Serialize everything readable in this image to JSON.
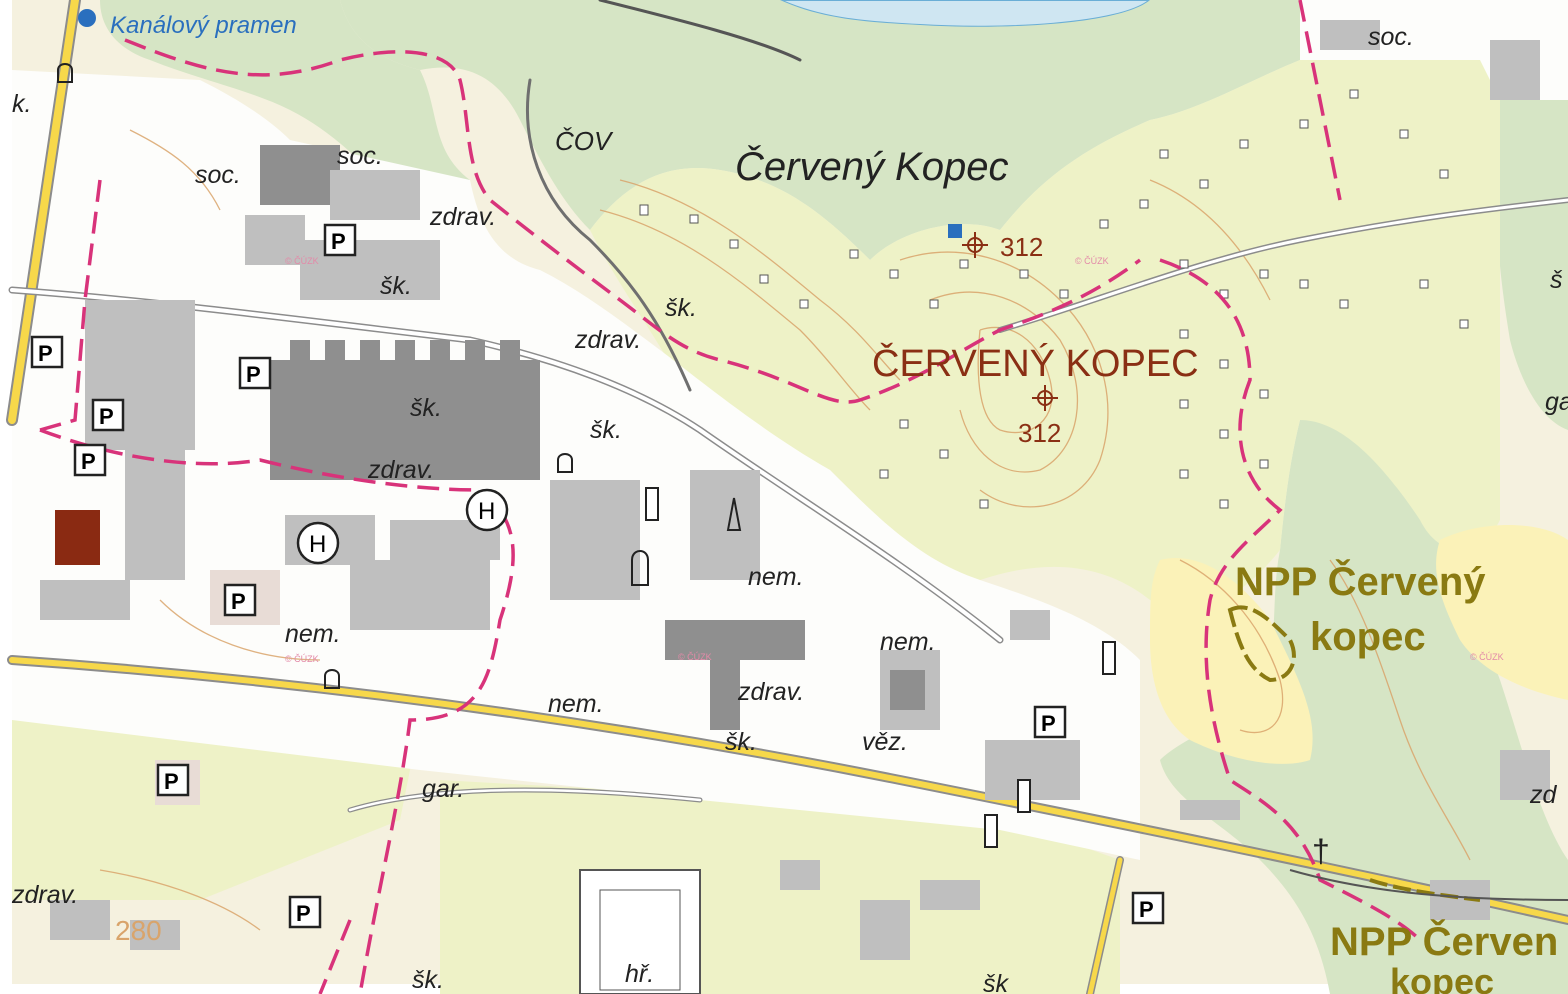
{
  "map": {
    "colors": {
      "background": "#f5f1df",
      "forest": "#d6e5c5",
      "meadow": "#eef2c7",
      "sand": "#fbf2b8",
      "water": "#cfe6f2",
      "built_area": "#fdfdfb",
      "building": "#bfbfbf",
      "building_dark": "#8f8f8f",
      "road_main": "#f7d84a",
      "road_casing": "#8c8c8c",
      "boundary": "#d8337a",
      "contour": "#d9a46b",
      "label_blue": "#2a6fbe",
      "label_brown": "#8a2f14",
      "label_olive": "#8a7a12",
      "spot_building": "#8a2a12"
    },
    "labels": {
      "spring": "Kanálový pramen",
      "hill": "Červený Kopec",
      "district": "ČERVENÝ KOPEC",
      "npp1_line1": "NPP Červený",
      "npp1_line2": "kopec",
      "npp2": "NPP Červen",
      "npp2_line2": "kopec",
      "cov": "ČOV",
      "alt1": "312",
      "alt2": "312",
      "alt3": "280",
      "soc1": "soc.",
      "soc2": "soc.",
      "soc3": "soc.",
      "zdrav1": "zdrav.",
      "zdrav2": "zdrav.",
      "zdrav3": "zdrav.",
      "zdrav4": "zdrav.",
      "zdrav5": "zdrav.",
      "zdrav6": "zd",
      "sk1": "šk.",
      "sk2": "šk.",
      "sk3": "šk.",
      "sk4": "šk.",
      "sk5": "šk.",
      "sk6": "šk.",
      "sk7": "šk",
      "sk8": "š",
      "nem1": "nem.",
      "nem2": "nem.",
      "nem3": "nem.",
      "nem4": "nem.",
      "gar1": "gar.",
      "gar2": "gar",
      "vez": "věz.",
      "hr": "hř.",
      "k": "k.",
      "parking": "P",
      "hospital": "H",
      "cross": "†",
      "watermark": "© ČÚZK"
    },
    "icons": [
      "parking-icon",
      "hospital-icon",
      "spring-icon",
      "elevation-point-icon",
      "cross-icon",
      "chimney-icon",
      "bell-tower-icon",
      "stopping-icon"
    ]
  }
}
